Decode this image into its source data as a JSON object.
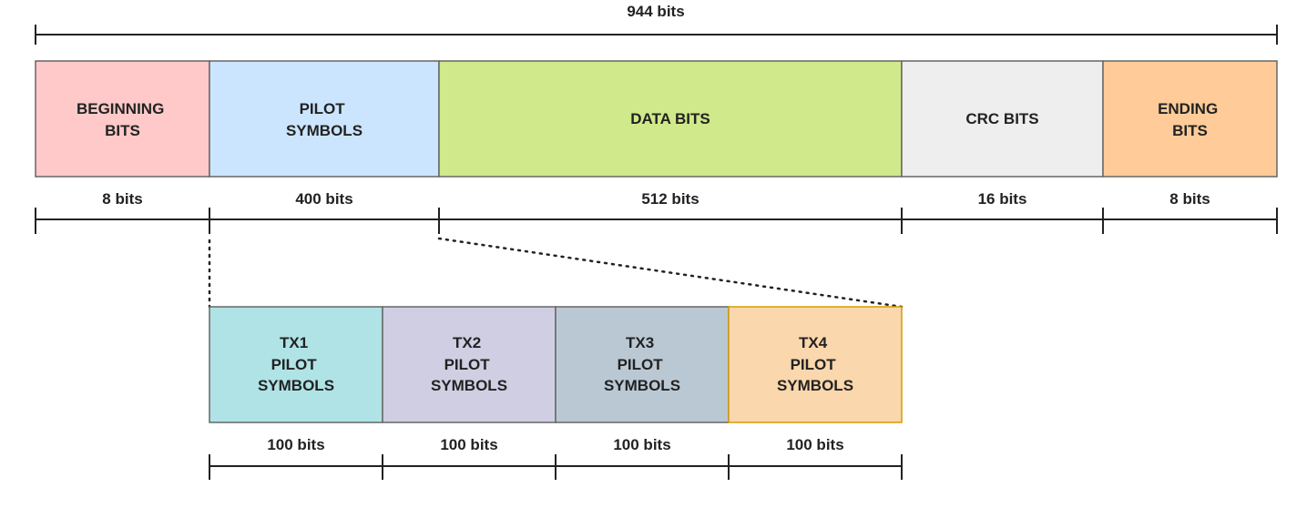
{
  "total": {
    "label": "944 bits"
  },
  "frame": {
    "segments": [
      {
        "id": "beginning",
        "lines": [
          "BEGINNING",
          "BITS"
        ],
        "size_label": "8 bits",
        "color": "#ffc9c9"
      },
      {
        "id": "pilot",
        "lines": [
          "PILOT",
          "SYMBOLS"
        ],
        "size_label": "400 bits",
        "color": "#cce5ff"
      },
      {
        "id": "data",
        "lines": [
          "DATA BITS"
        ],
        "size_label": "512 bits",
        "color": "#d0e98a"
      },
      {
        "id": "crc",
        "lines": [
          "CRC BITS"
        ],
        "size_label": "16 bits",
        "color": "#eeeeee"
      },
      {
        "id": "ending",
        "lines": [
          "ENDING",
          "BITS"
        ],
        "size_label": "8 bits",
        "color": "#ffcc99"
      }
    ]
  },
  "pilot_breakdown": {
    "segments": [
      {
        "id": "tx1",
        "lines": [
          "TX1",
          "PILOT",
          "SYMBOLS"
        ],
        "size_label": "100 bits",
        "color": "#b0e3e6"
      },
      {
        "id": "tx2",
        "lines": [
          "TX2",
          "PILOT",
          "SYMBOLS"
        ],
        "size_label": "100 bits",
        "color": "#d0cee2"
      },
      {
        "id": "tx3",
        "lines": [
          "TX3",
          "PILOT",
          "SYMBOLS"
        ],
        "size_label": "100 bits",
        "color": "#bac8d3"
      },
      {
        "id": "tx4",
        "lines": [
          "TX4",
          "PILOT",
          "SYMBOLS"
        ],
        "size_label": "100 bits",
        "color": "#fad7ac"
      }
    ]
  },
  "colors": {
    "stroke": "#666666",
    "text": "#222222",
    "tx4_stroke": "#d79b00"
  }
}
